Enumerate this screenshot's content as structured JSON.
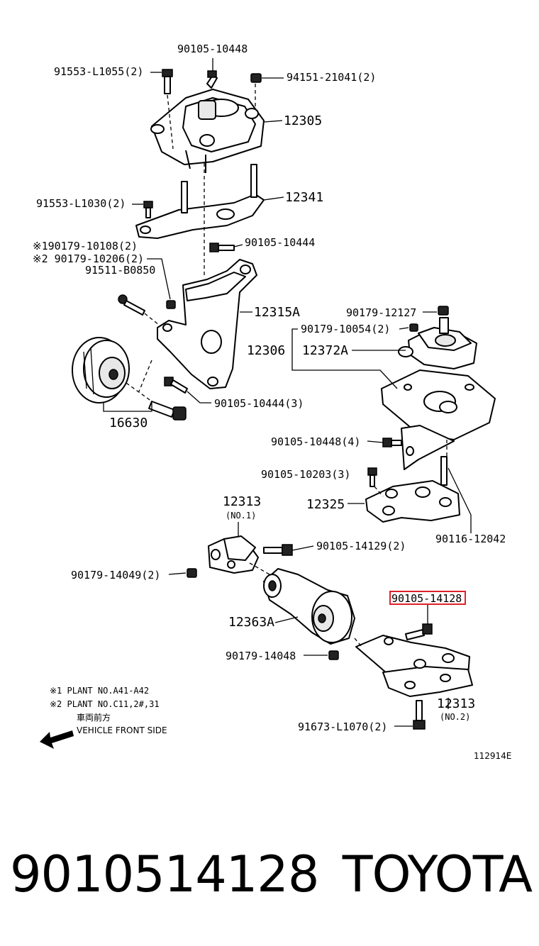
{
  "callouts": {
    "c_90105_10448_top": "90105-10448",
    "c_91553_L1055": "91553-L1055(2)",
    "c_94151_21041": "94151-21041(2)",
    "c_12305": "12305",
    "c_12341": "12341",
    "c_91553_L1030": "91553-L1030(2)",
    "c_note1_90179_10108": "※190179-10108(2)",
    "c_note2_90179_10206": "※2 90179-10206(2)",
    "c_90105_10444": "90105-10444",
    "c_91511_B0850": "91511-B0850",
    "c_12315A": "12315A",
    "c_90179_12127": "90179-12127",
    "c_90179_10054": "90179-10054(2)",
    "c_12306": "12306",
    "c_12372A": "12372A",
    "c_16630": "16630",
    "c_90105_10444_3": "90105-10444(3)",
    "c_90105_10448_4": "90105-10448(4)",
    "c_90105_10203": "90105-10203(3)",
    "c_12325": "12325",
    "c_12313_no1": "12313",
    "c_no1": "(NO.1)",
    "c_90116_12042": "90116-12042",
    "c_90105_14129": "90105-14129(2)",
    "c_90179_14049": "90179-14049(2)",
    "c_90105_14128": "90105-14128",
    "c_12363A": "12363A",
    "c_90179_14048": "90179-14048",
    "c_12313_no2": "12313",
    "c_no2": "(NO.2)",
    "c_91673_L1070": "91673-L1070(2)"
  },
  "legend": {
    "note1": "※1  PLANT NO.A41-A42",
    "note2": "※2  PLANT NO.C11,2#,31",
    "front_jp": "車両前方",
    "front_en": "VEHICLE FRONT SIDE"
  },
  "drawing_number": "112914E",
  "highlight_color": "#e0202a",
  "caption": {
    "part_number": "9010514128",
    "brand": "TOYOTA"
  }
}
